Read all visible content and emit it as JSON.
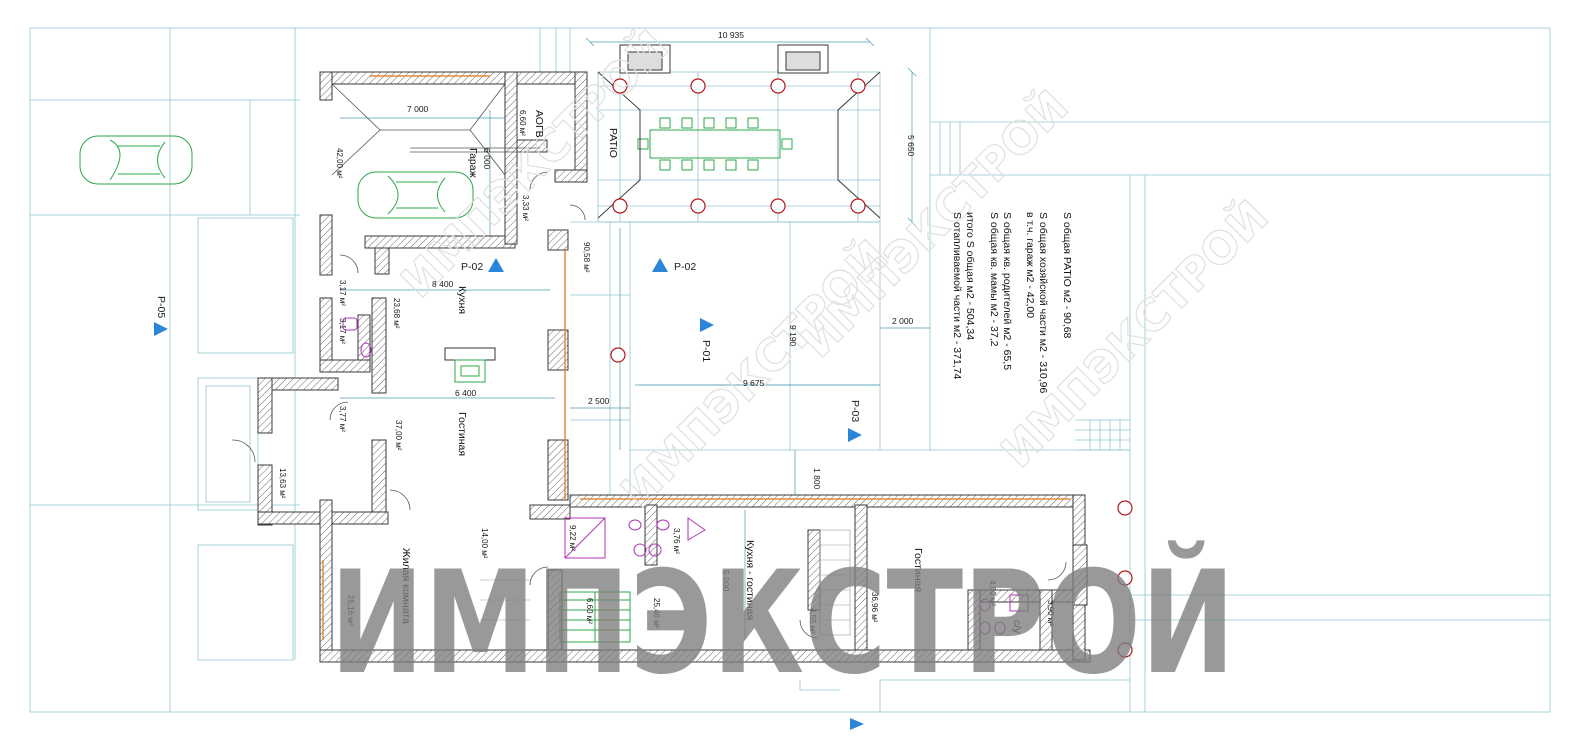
{
  "watermark": {
    "text": "ИМПЭКСТРОЙ"
  },
  "summary": [
    "S общая PATIO м2 - 90,68",
    "S общая хозяйской части м2 - 310,96",
    "в т.ч. гараж м2 - 42,00",
    "S общая кв. родителей м2 - 65,5",
    "S общая кв. мамы м2 - 37,2",
    "итого S общая м2 - 504,34",
    "S отапливаемой части м2 - 371,74"
  ],
  "rooms": {
    "garage": "Гараж",
    "aogv": "АОГВ",
    "patio": "PATIO",
    "kitchen": "Кухня",
    "living": "Гостиная",
    "bedroom": "Жилая комната",
    "kitchen_living": "Кухня - гостиная",
    "living2": "Гостиная",
    "wc": "с/у"
  },
  "areas": {
    "garage": "42,00 м²",
    "aogv": "6,60 м²",
    "a333": "3,33 м²",
    "hall": "90,58 м²",
    "kitchen": "23,68 м²",
    "a317a": "3,17 м²",
    "a317b": "3,17 м²",
    "a377": "3,77 м²",
    "living": "37,00 м²",
    "a1363": "13,63 м²",
    "a1400": "14,00 м²",
    "a2516": "25,16 м²",
    "a922": "9,22 м²",
    "a376": "3,76 м²",
    "a660": "6,60 м²",
    "a2546": "25,46 м²",
    "a455": "4,55 м²",
    "a3696": "36,96 м²",
    "a400": "4,00 м²",
    "a390": "3,90 м²"
  },
  "dimensions": {
    "d10935": "10 935",
    "d7000": "7 000",
    "d6000": "6 000",
    "d5650": "5 650",
    "d8400": "8 400",
    "d9190": "9 190",
    "d2000": "2 000",
    "d6400": "6 400",
    "d9675": "9 675",
    "d2500": "2 500",
    "d1800": "1 800",
    "d5000": "5 000"
  },
  "sections": {
    "p02a": "P-02",
    "p02b": "P-02",
    "p01": "P-01",
    "p03": "P-03",
    "p05": "P-05"
  },
  "colors": {
    "line": "#8ec6cc",
    "wall": "#4a4a4a",
    "car": "#2ea84a",
    "plumbing": "#b233b8",
    "marker": "#2b86d9",
    "column": "#b3181b",
    "window": "#e08a3a"
  }
}
